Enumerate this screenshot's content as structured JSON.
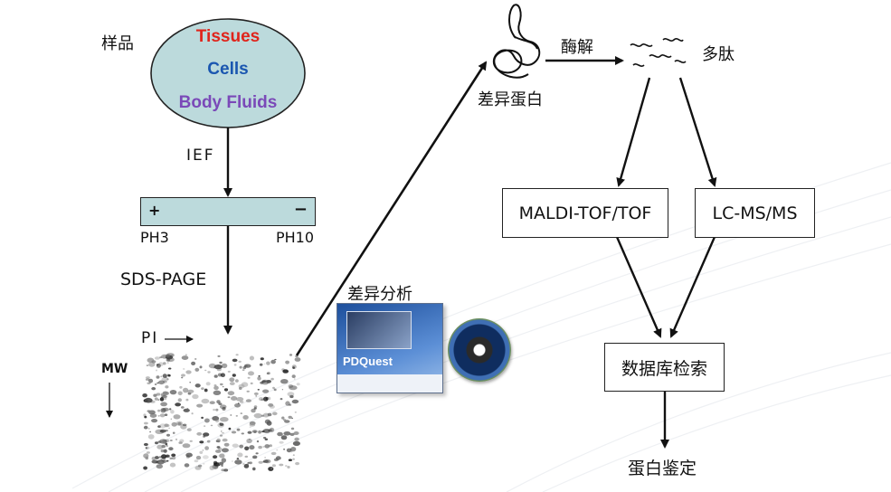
{
  "samples_label": "样品",
  "sample_types": {
    "tissues": "Tissues",
    "cells": "Cells",
    "body_fluids": "Body Fluids"
  },
  "ief_label": "IEF",
  "ief_strip": {
    "plus": "+",
    "minus": "−",
    "left_ph": "PH3",
    "right_ph": "PH10"
  },
  "sds_label": "SDS-PAGE",
  "pi_label": "PI",
  "mw_label": "MW",
  "software": {
    "caption": "差异分析",
    "product": "PDQuest"
  },
  "diff_protein_label": "差异蛋白",
  "digestion_label": "酶解",
  "peptides_label": "多肽",
  "methods": {
    "maldi": "MALDI-TOF/TOF",
    "lcms": "LC-MS/MS"
  },
  "database_search": "数据库检索",
  "identification": "蛋白鉴定",
  "colors": {
    "tissues": "#e0241b",
    "cells": "#1a56b0",
    "body_fluids": "#7a49b8",
    "oval_fill": "#bcdadc",
    "strip_fill": "#bcdadc"
  }
}
